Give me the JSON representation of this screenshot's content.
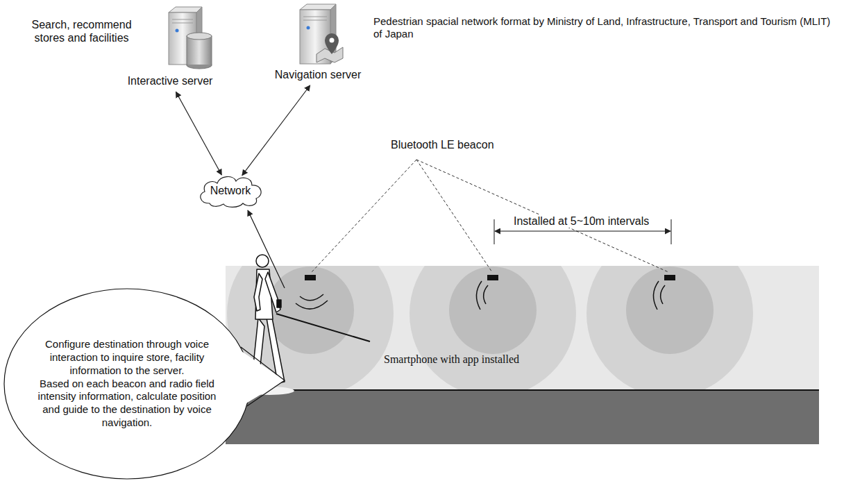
{
  "diagram": {
    "nodes": [
      {
        "text": [
          "Interactive server"
        ]
      },
      {
        "text": [
          "Navigation server"
        ]
      },
      {
        "text": [
          "Network"
        ]
      },
      {
        "text": [
          "Configure destination through voice interaction to inquire store, facility information to the server.",
          "Based on each beacon and radio field intensity information, calculate position and guide to the destination by voice navigation."
        ]
      }
    ],
    "edges": [
      {
        "from": 0,
        "to": 2,
        "arrow": "both"
      },
      {
        "from": 1,
        "to": 2,
        "arrow": "both"
      }
    ],
    "labels": [
      "Search, recommend stores and facilities",
      "Pedestrian spacial network format by Ministry of Land, Infrastructure, Transport and Tourism (MLIT) of Japan",
      "Bluetooth LE beacon",
      "Installed at 5~10m intervals",
      "Smartphone with app installed"
    ]
  }
}
